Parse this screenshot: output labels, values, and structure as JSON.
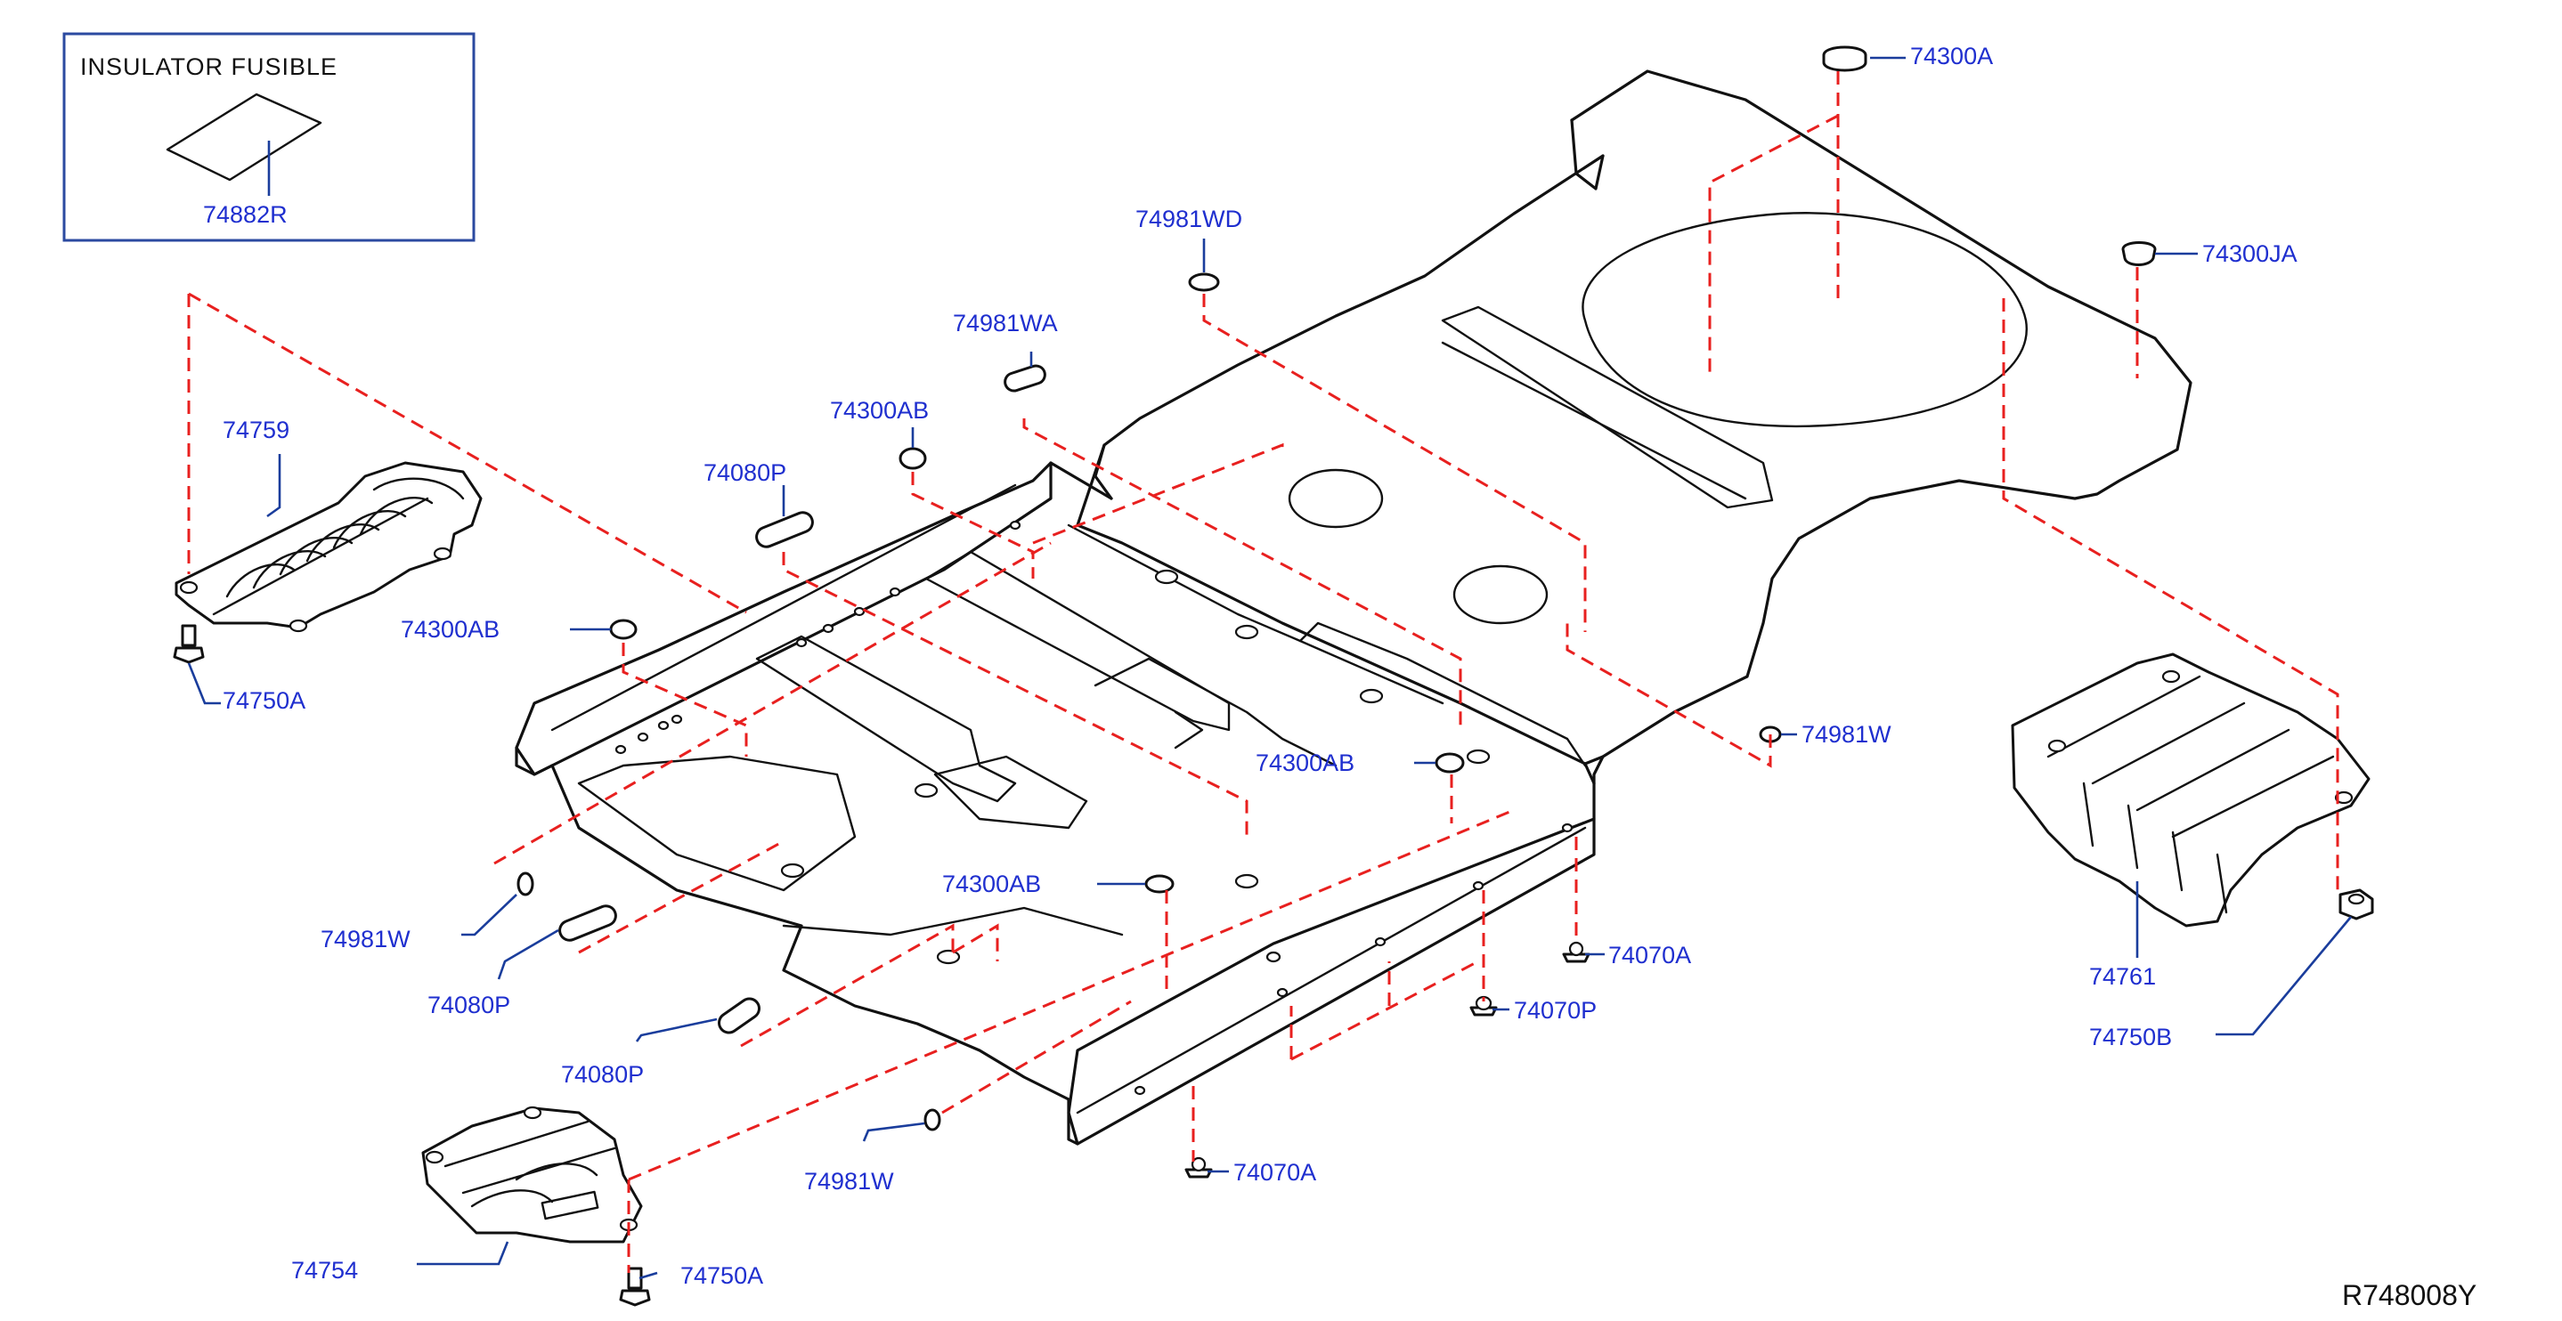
{
  "inset": {
    "title": "INSULATOR   FUSIBLE",
    "part": "74882R"
  },
  "reference": "R748008Y",
  "parts": {
    "p74759": "74759",
    "p74750A_left": "74750A",
    "p74300AB_left": "74300AB",
    "p74080P_top": "74080P",
    "p74300AB_top": "74300AB",
    "p74981WA": "74981WA",
    "p74981WD": "74981WD",
    "p74300A": "74300A",
    "p74300JA": "74300JA",
    "p74981W_right": "74981W",
    "p74300AB_mid": "74300AB",
    "p74300AB_low": "74300AB",
    "p74981W_left": "74981W",
    "p74080P_mid": "74080P",
    "p74080P_low": "74080P",
    "p74981W_bottom": "74981W",
    "p74754": "74754",
    "p74750A_bottom": "74750A",
    "p74070A_bottom": "74070A",
    "p74070P": "74070P",
    "p74070A_right": "74070A",
    "p74761": "74761",
    "p74750B": "74750B"
  },
  "colors": {
    "label": "#1f2fcf",
    "leader": "#1a3d9c",
    "dashed": "#e8201f",
    "outline": "#111111",
    "inset_border": "#2b4aa0"
  }
}
